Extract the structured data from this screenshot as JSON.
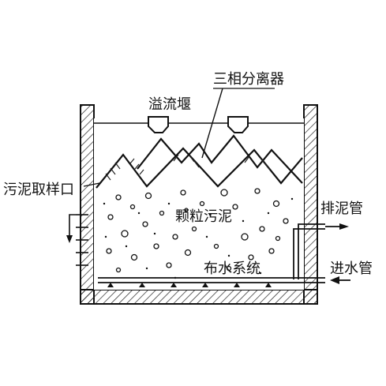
{
  "labels": {
    "weir": "溢流堰",
    "separator": "三相分离器",
    "sampling_port": "污泥取样口",
    "granular_sludge": "颗粒污泥",
    "sludge_outlet": "排泥管",
    "distribution_system": "布水系统",
    "water_inlet": "进水管"
  },
  "colors": {
    "ink": "#111111",
    "hatch": "#222222"
  }
}
